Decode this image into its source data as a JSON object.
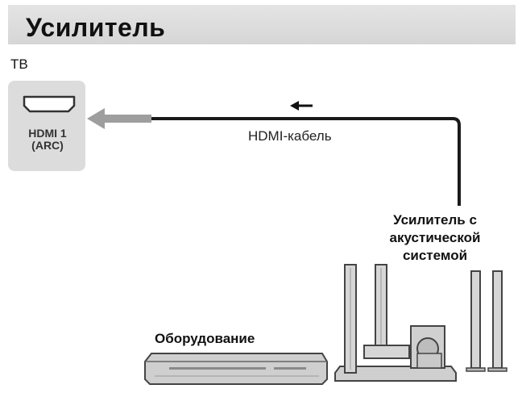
{
  "title": "Усилитель",
  "tv": {
    "label": "ТВ",
    "port_line1": "HDMI 1",
    "port_line2": "(ARC)"
  },
  "cable": {
    "label": "HDMI-кабель"
  },
  "amplifier": {
    "line1": "Усилитель с",
    "line2": "акустической",
    "line3": "системой"
  },
  "equipment": {
    "label": "Оборудование"
  }
}
